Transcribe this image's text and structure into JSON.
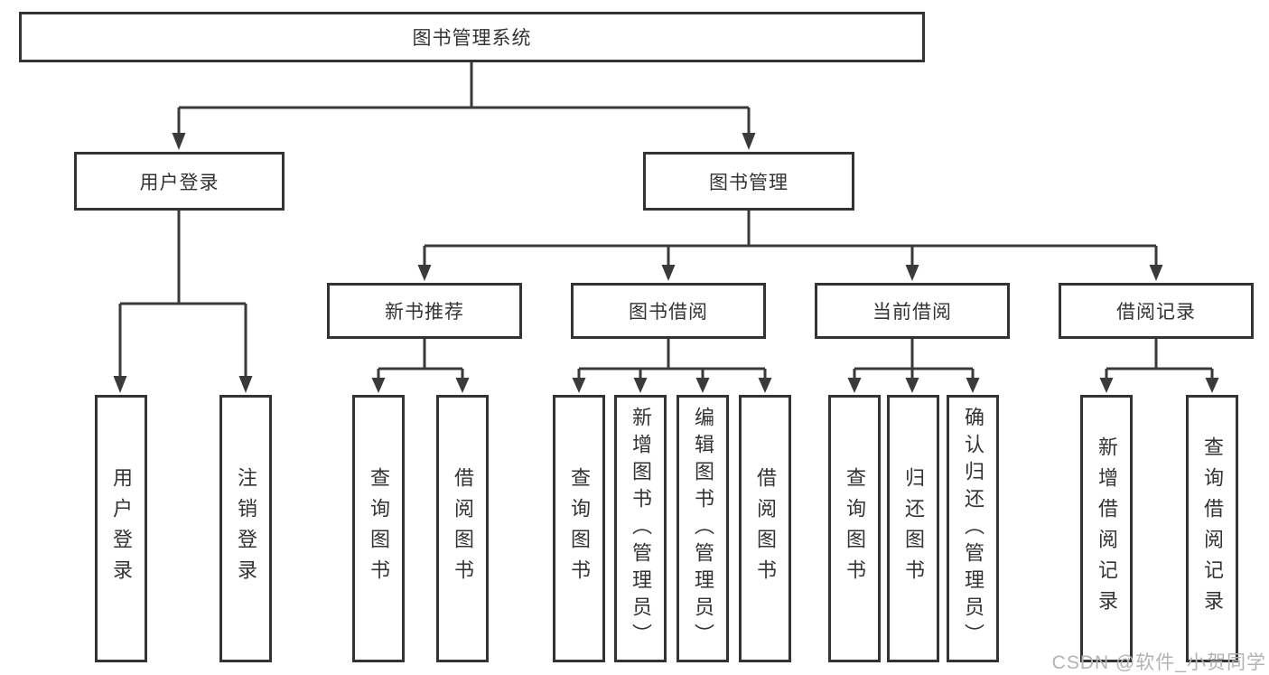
{
  "diagram": {
    "title": "图书管理系统",
    "root": {
      "label": "图书管理系统"
    },
    "level2": {
      "user_login": {
        "label": "用户登录"
      },
      "book_management": {
        "label": "图书管理"
      }
    },
    "level3": {
      "new_book_recommend": {
        "label": "新书推荐"
      },
      "book_borrow": {
        "label": "图书借阅"
      },
      "current_borrow": {
        "label": "当前借阅"
      },
      "borrow_records": {
        "label": "借阅记录"
      }
    },
    "leaves": {
      "user_login": [
        "用户登录",
        "注销登录"
      ],
      "new_book_recommend": [
        "查询图书",
        "借阅图书"
      ],
      "book_borrow": [
        "查询图书",
        "新增图书（管理员）",
        "编辑图书（管理员）",
        "借阅图书"
      ],
      "current_borrow": [
        "查询图书",
        "归还图书",
        "确认归还（管理员）"
      ],
      "borrow_records": [
        "新增借阅记录",
        "查询借阅记录"
      ]
    }
  },
  "watermark": "CSDN @软件_小贺同学",
  "colors": {
    "line": "#3a3a3a",
    "border": "#333333",
    "text": "#333333",
    "watermark": "#b3b3b3",
    "background": "#ffffff"
  }
}
